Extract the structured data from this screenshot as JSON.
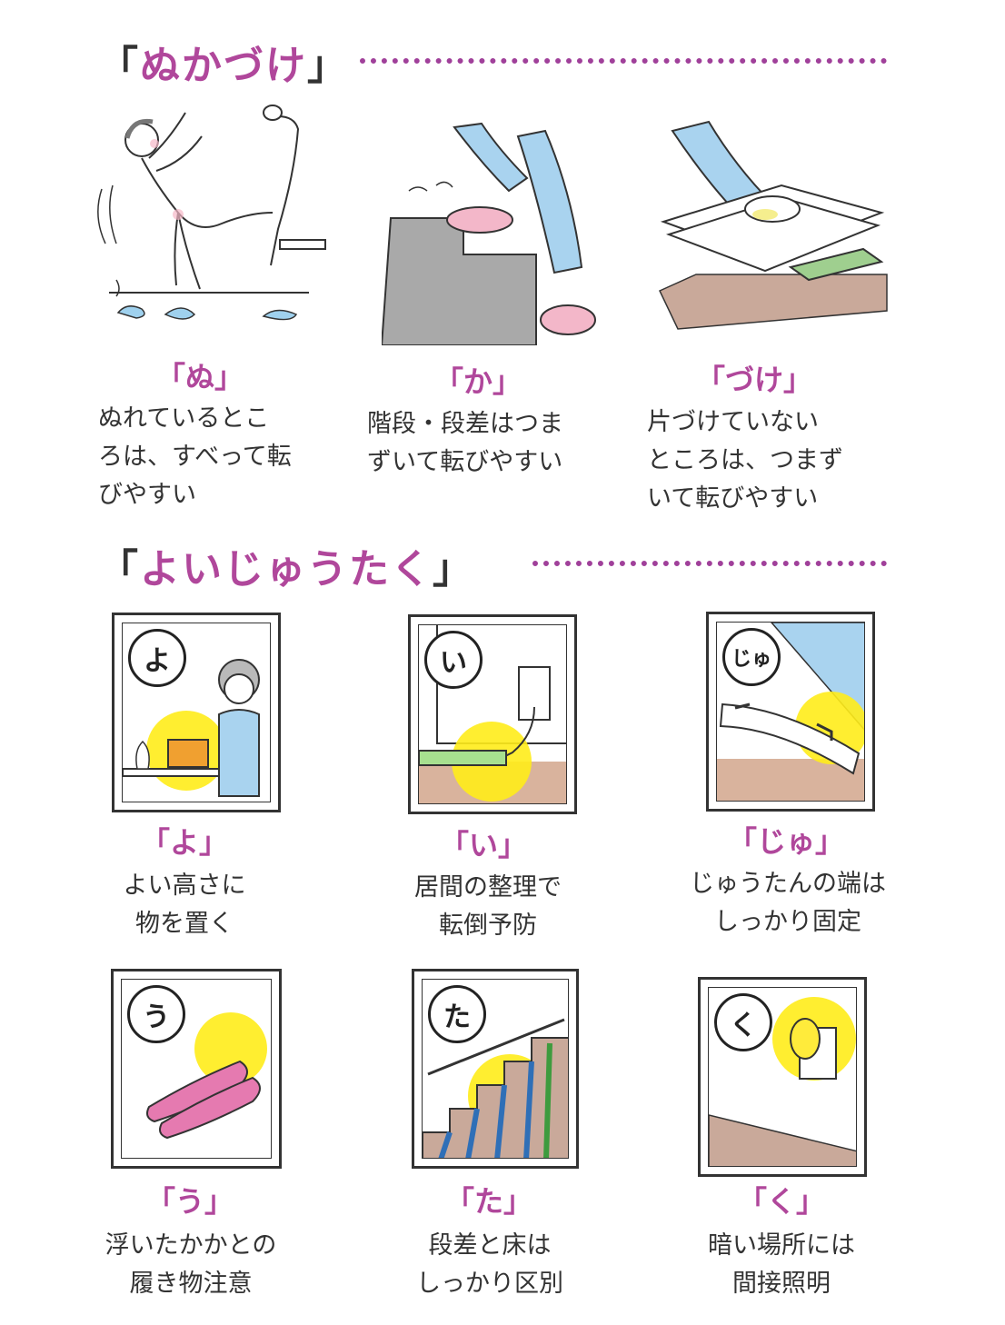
{
  "section1": {
    "open": "「",
    "title": "ぬかづけ",
    "close": "」"
  },
  "section2": {
    "open": "「",
    "title": "よいじゅうたく",
    "close": "」"
  },
  "top_items": [
    {
      "title": "「ぬ」",
      "lines": "ぬれているとこ\nろは、すべって転\nびやすい"
    },
    {
      "title": "「か」",
      "lines": "階段・段差はつま\nずいて転びやすい"
    },
    {
      "title": "「づけ」",
      "lines": "片づけていない\nところは、つまず\nいて転びやすい"
    }
  ],
  "cards": [
    {
      "badge": "よ",
      "title": "「よ」",
      "lines": "よい高さに\n物を置く"
    },
    {
      "badge": "い",
      "title": "「い」",
      "lines": "居間の整理で\n転倒予防"
    },
    {
      "badge": "じゅ",
      "title": "「じゅ」",
      "lines": "じゅうたんの端は\nしっかり固定"
    },
    {
      "badge": "う",
      "title": "「う」",
      "lines": "浮いたかかとの\n履き物注意"
    },
    {
      "badge": "た",
      "title": "「た」",
      "lines": "段差と床は\nしっかり区別"
    },
    {
      "badge": "く",
      "title": "「く」",
      "lines": "暗い場所には\n間接照明"
    }
  ]
}
